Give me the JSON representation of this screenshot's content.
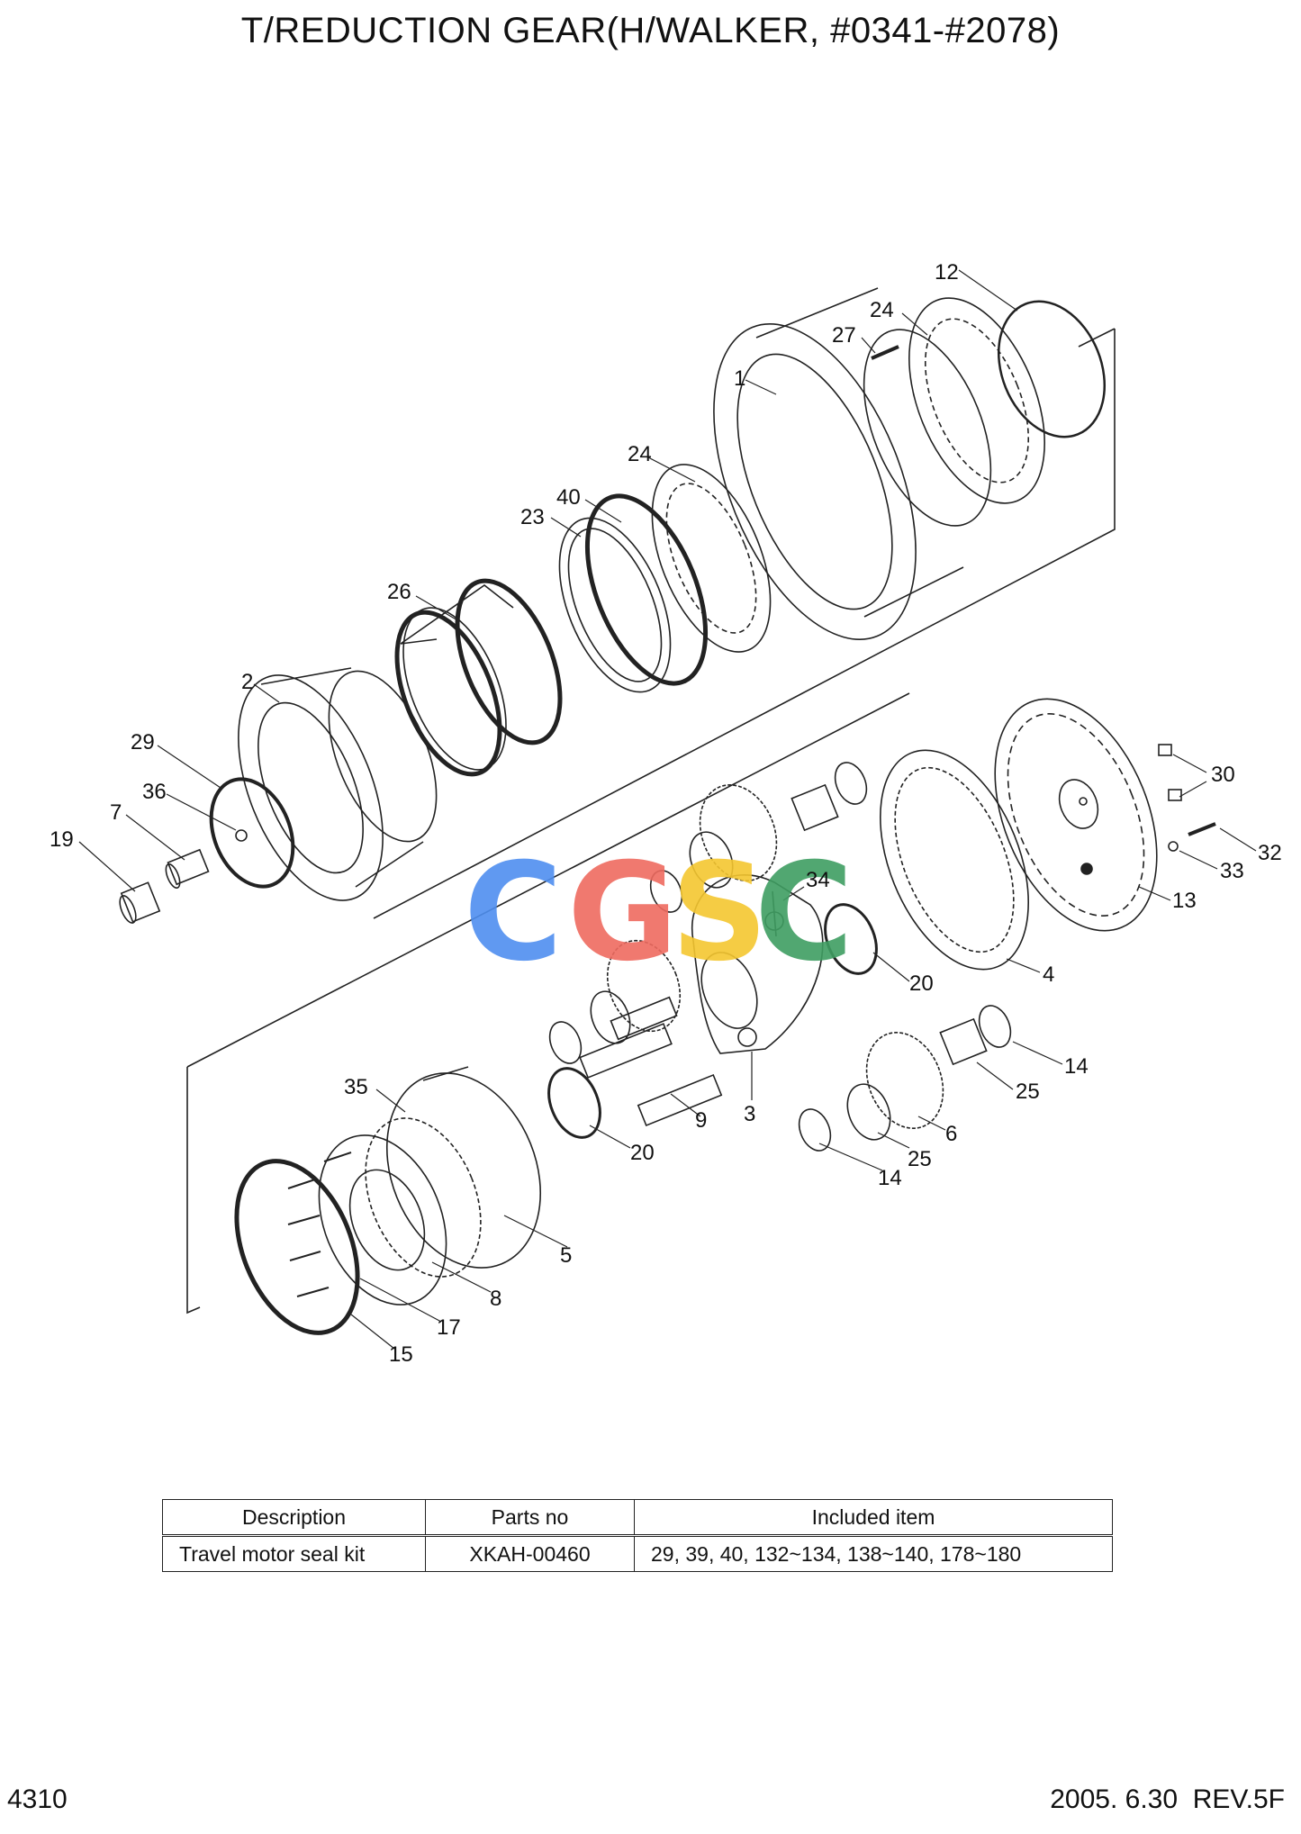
{
  "title": "T/REDUCTION GEAR(H/WALKER, #0341-#2078)",
  "watermark": {
    "letters": [
      "C",
      "G",
      "S",
      "C"
    ],
    "colors": [
      "#4f8ff0",
      "#ef6b60",
      "#f5c730",
      "#3f9e62"
    ]
  },
  "labels": {
    "p1": "1",
    "p2": "2",
    "p3": "3",
    "p4": "4",
    "p5": "5",
    "p6": "6",
    "p7": "7",
    "p8": "8",
    "p9": "9",
    "p12": "12",
    "p13": "13",
    "p14a": "14",
    "p14b": "14",
    "p15": "15",
    "p17": "17",
    "p19": "19",
    "p20a": "20",
    "p20b": "20",
    "p23": "23",
    "p24a": "24",
    "p24b": "24",
    "p25a": "25",
    "p25b": "25",
    "p26": "26",
    "p27": "27",
    "p29": "29",
    "p30": "30",
    "p32": "32",
    "p33": "33",
    "p34": "34",
    "p35": "35",
    "p36": "36",
    "p40": "40"
  },
  "kit_table": {
    "headers": [
      "Description",
      "Parts no",
      "Included item"
    ],
    "rows": [
      [
        "Travel motor seal kit",
        "XKAH-00460",
        "29, 39, 40, 132~134, 138~140, 178~180"
      ]
    ]
  },
  "footer": {
    "page": "4310",
    "revision": "2005. 6.30  REV.5F"
  }
}
